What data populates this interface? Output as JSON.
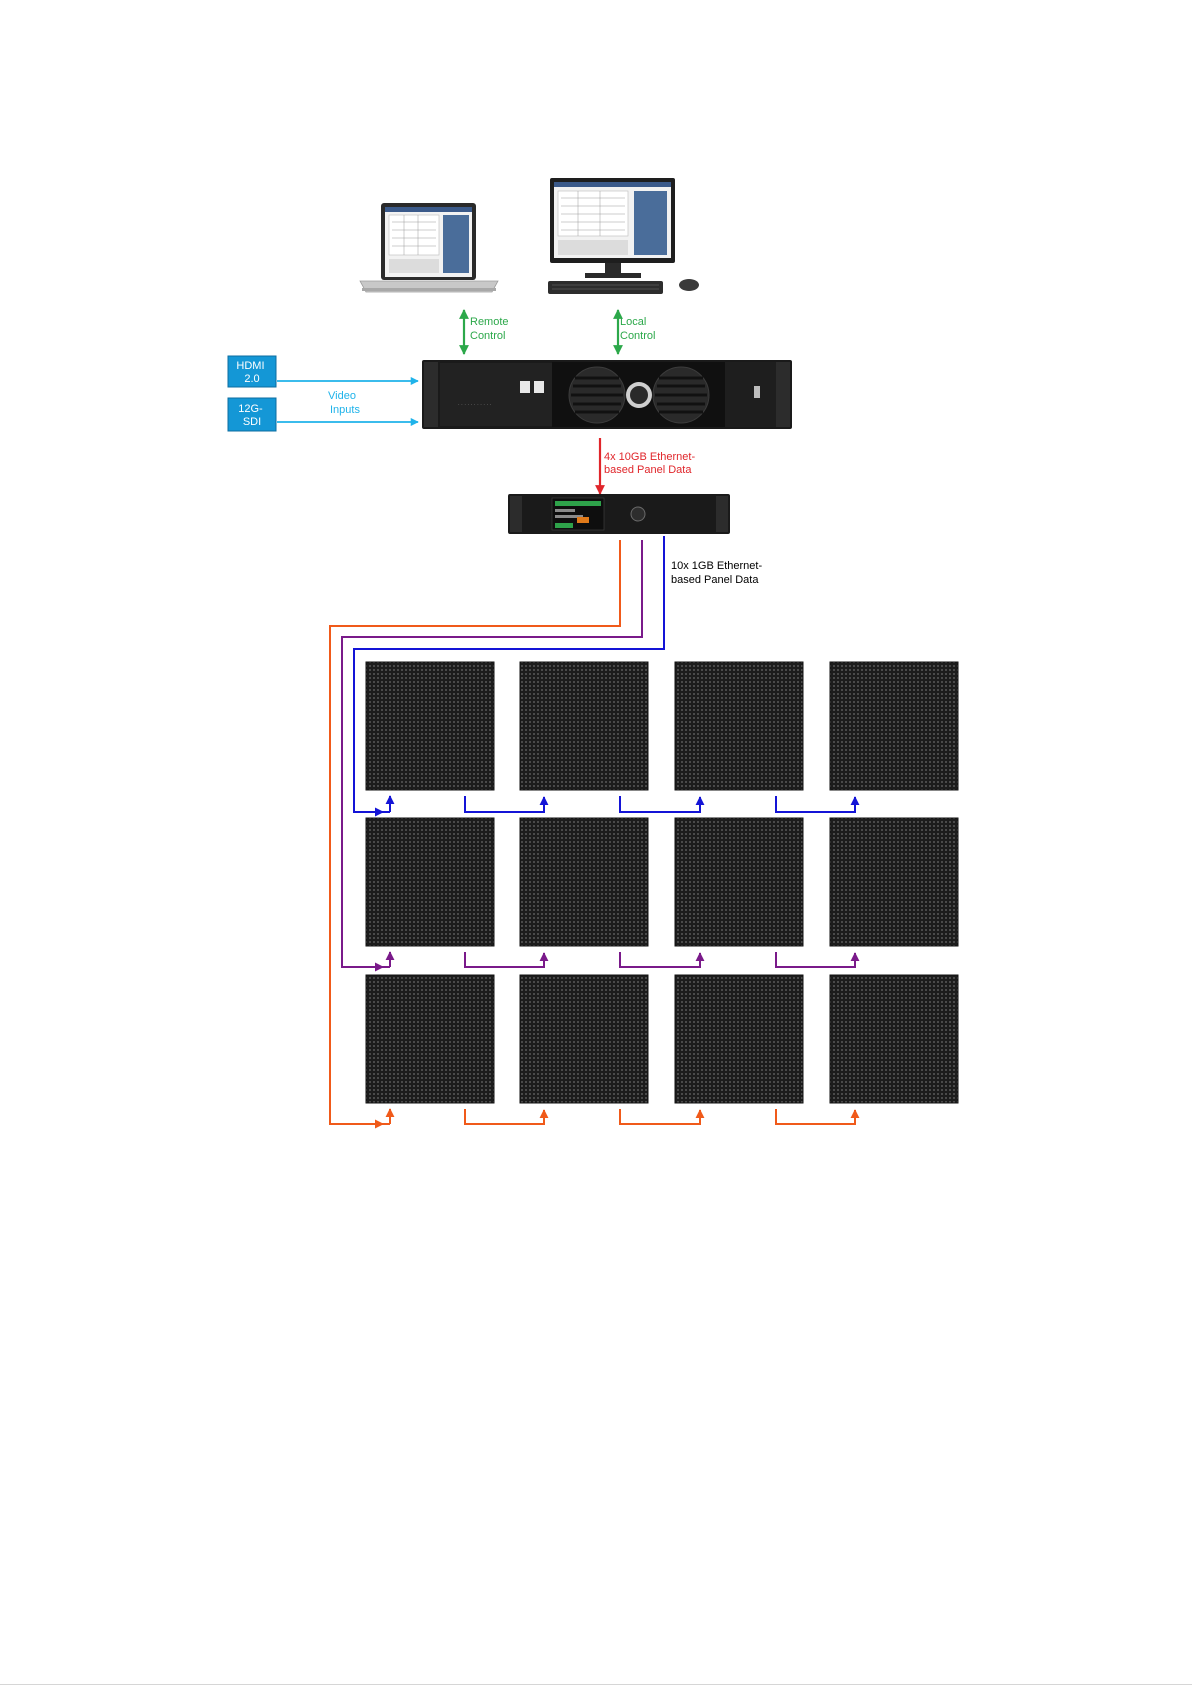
{
  "labels": {
    "remote_control": [
      "Remote",
      "Control"
    ],
    "local_control": [
      "Local",
      "Control"
    ],
    "video_inputs": [
      "Video",
      "Inputs"
    ],
    "hdmi": [
      "HDMI",
      "2.0"
    ],
    "sdi": [
      "12G-",
      "SDI"
    ],
    "panel_data_10gb": [
      "4x 10GB Ethernet-",
      "based Panel Data"
    ],
    "panel_data_1gb": [
      "10x 1GB Ethernet-",
      "based Panel Data"
    ]
  },
  "colors": {
    "control_link": "#2ca84a",
    "video_link": "#1fb3ea",
    "input_box": "#1497d6",
    "link_10gb": "#e0262b",
    "row1_chain": "#1414d6",
    "row2_chain": "#7a1a8a",
    "row3_chain": "#f05a1a",
    "panel": "#262626",
    "device": "#1a1a1a"
  },
  "icons": {
    "laptop": "laptop-icon",
    "workstation": "desktop-monitor-icon",
    "processor": "video-processor-icon",
    "distribution": "data-distribution-unit-icon",
    "led_panel": "led-panel-icon"
  },
  "wall": {
    "rows": 3,
    "columns": 4
  }
}
